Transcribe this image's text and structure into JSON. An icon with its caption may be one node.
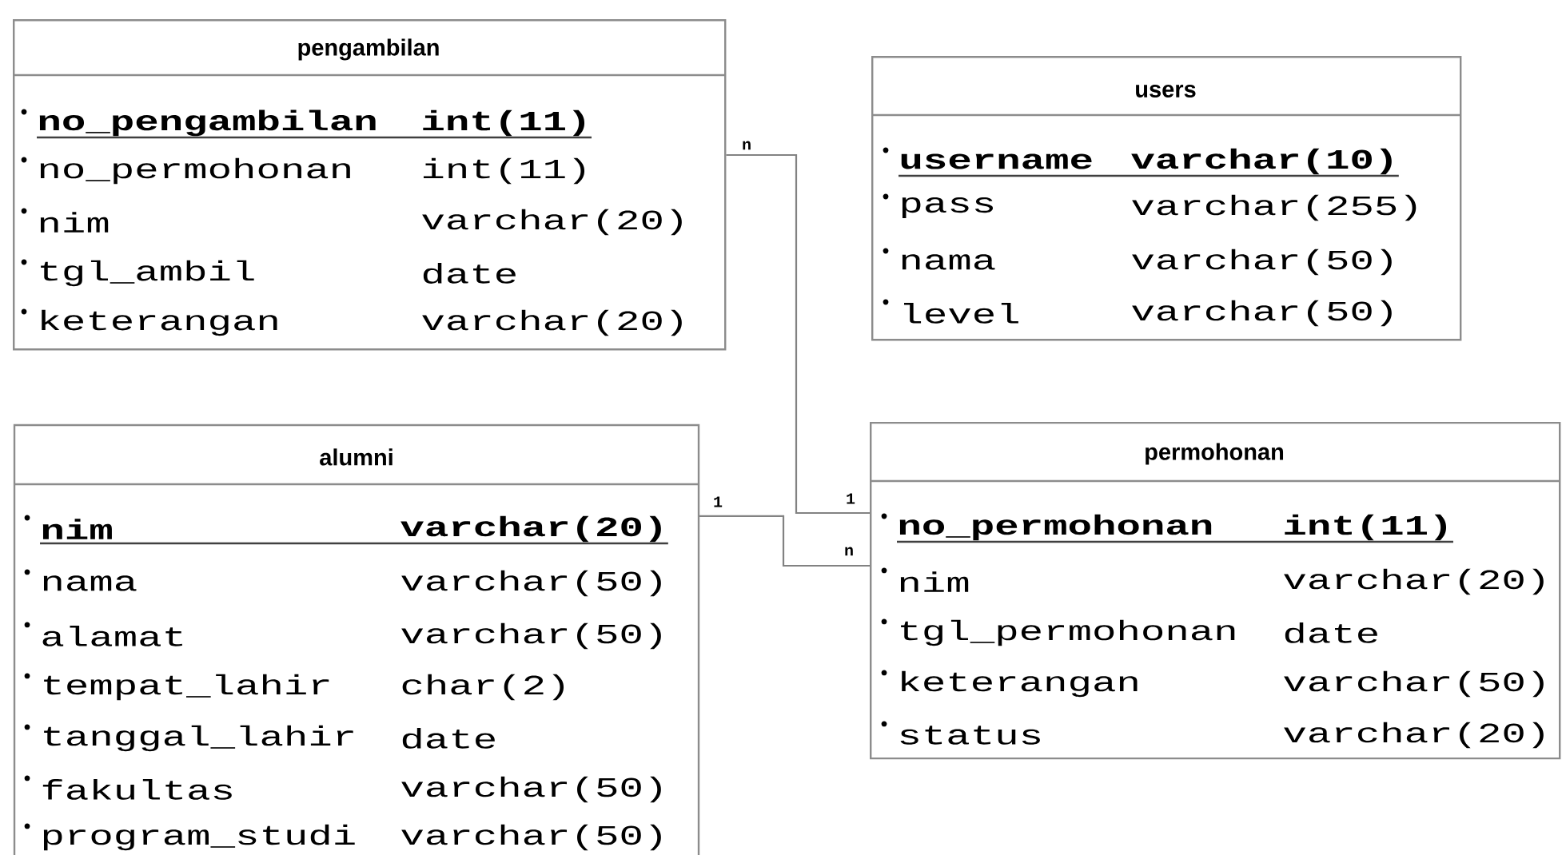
{
  "diagram": {
    "nodes": [
      {
        "text": [
          "pengambilan",
          "no_pengambilan",
          "int(11)",
          "no_permohonan",
          "int(11)",
          "nim",
          "varchar(20)",
          "tgl_ambil",
          "date",
          "keterangan",
          "varchar(20)"
        ]
      },
      {
        "text": [
          "users",
          "username",
          "varchar(10)",
          "pass",
          "varchar(255)",
          "nama",
          "varchar(50)",
          "level",
          "varchar(50)"
        ]
      },
      {
        "text": [
          "alumni",
          "nim",
          "varchar(20)",
          "nama",
          "varchar(50)",
          "alamat",
          "varchar(50)",
          "tempat_lahir",
          "char(2)",
          "tanggal_lahir",
          "date",
          "fakultas",
          "varchar(50)",
          "program_studi",
          "varchar(50)"
        ]
      },
      {
        "text": [
          "permohonan",
          "no_permohonan",
          "int(11)",
          "nim",
          "varchar(20)",
          "tgl_permohonan",
          "date",
          "keterangan",
          "varchar(50)",
          "status",
          "varchar(20)"
        ]
      }
    ],
    "edges": [
      {
        "from": 0,
        "to": 3,
        "arrow": "none"
      },
      {
        "from": 2,
        "to": 3,
        "arrow": "none"
      }
    ],
    "labels": [
      "n",
      "1",
      "1",
      "n"
    ]
  }
}
